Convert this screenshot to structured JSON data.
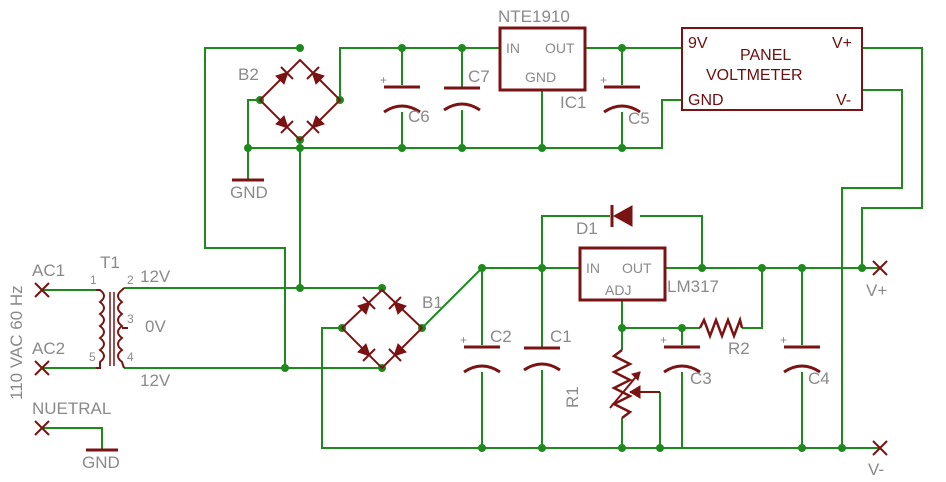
{
  "labels": {
    "input_voltage": "110 VAC 60 Hz",
    "ac1": "AC1",
    "ac2": "AC2",
    "neutral": "NUETRAL",
    "gnd_bottom": "GND",
    "gnd_top": "GND",
    "transformer": "T1",
    "pin1": "1",
    "pin2": "2",
    "pin3": "3",
    "pin4": "4",
    "pin5": "5",
    "v12_top": "12V",
    "v0": "0V",
    "v12_bottom": "12V",
    "bridge1": "B1",
    "bridge2": "B2",
    "c1": "C1",
    "c2": "C2",
    "c3": "C3",
    "c4": "C4",
    "c5": "C5",
    "c6": "C6",
    "c7": "C7",
    "d1": "D1",
    "r1": "R1",
    "r2": "R2",
    "nte": "NTE1910",
    "ic1": "IC1",
    "lm": "LM317",
    "vplus": "V+",
    "vminus": "V-"
  },
  "nte1910": {
    "in": "IN",
    "out": "OUT",
    "gnd": "GND"
  },
  "lm317": {
    "in": "IN",
    "out": "OUT",
    "adj": "ADJ"
  },
  "voltmeter": {
    "title_line1": "PANEL",
    "title_line2": "VOLTMETER",
    "pin_9v": "9V",
    "pin_gnd": "GND",
    "pin_vplus": "V+",
    "pin_vminus": "V-"
  },
  "colors": {
    "wire": "#1e8a1e",
    "component": "#7a1414",
    "label": "#8a8a8a"
  }
}
